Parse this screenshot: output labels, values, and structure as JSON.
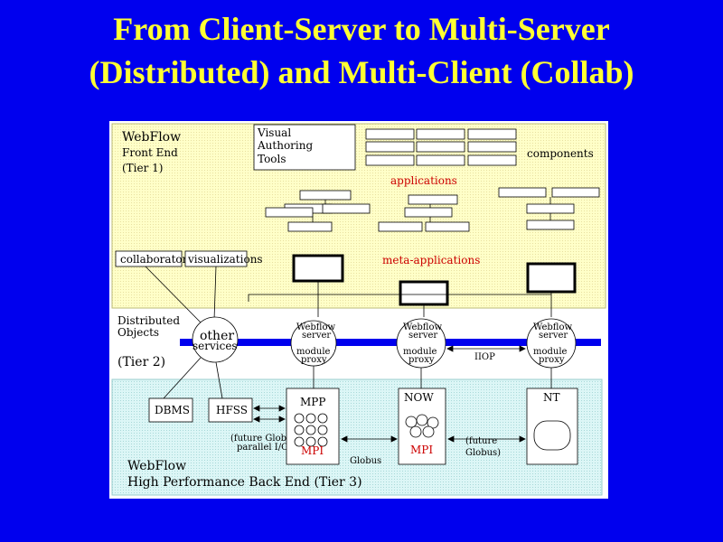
{
  "title": {
    "line1": "From Client-Server to Multi-Server",
    "line2": "(Distributed) and Multi-Client (Collab)"
  },
  "tier1": {
    "label_lines": [
      "WebFlow",
      "Front End",
      "(Tier 1)"
    ],
    "visual_authoring_lines": [
      "Visual",
      "Authoring",
      "Tools"
    ],
    "components": "components",
    "applications": "applications",
    "meta_applications": "meta-applications",
    "collaboratory": "collaboratory",
    "visualizations": "visualizations"
  },
  "tier2": {
    "label_lines": [
      "Distributed",
      "Objects"
    ],
    "tier_label": "(Tier 2)",
    "other_services_lines": [
      "other",
      "services"
    ],
    "servers": [
      {
        "top_lines": [
          "Webflow",
          "server"
        ],
        "bottom_lines": [
          "module",
          "proxy"
        ]
      },
      {
        "top_lines": [
          "Webflow",
          "server"
        ],
        "bottom_lines": [
          "module",
          "proxy"
        ]
      },
      {
        "top_lines": [
          "Webflow",
          "server"
        ],
        "bottom_lines": [
          "module",
          "proxy"
        ]
      }
    ],
    "iiop": "IIOP"
  },
  "tier3": {
    "dbms": "DBMS",
    "hfss": "HFSS",
    "future_globus_lines": [
      "(future Globus",
      "parallel I/O)"
    ],
    "mpp": "MPP",
    "mpi_1": "MPI",
    "globus": "Globus",
    "now": "NOW",
    "mpi_2": "MPI",
    "future_globus2_lines": [
      "(future",
      "Globus)"
    ],
    "nt": "NT",
    "label_lines": [
      "WebFlow",
      "High Performance Back End (Tier 3)"
    ]
  },
  "colors": {
    "background": "#0000ee",
    "title": "#ffff33",
    "tier1_fill": "#ffffc8",
    "tier3_fill": "#d8f4f4",
    "bus": "#0000ee",
    "accent_text": "#cc0000"
  }
}
